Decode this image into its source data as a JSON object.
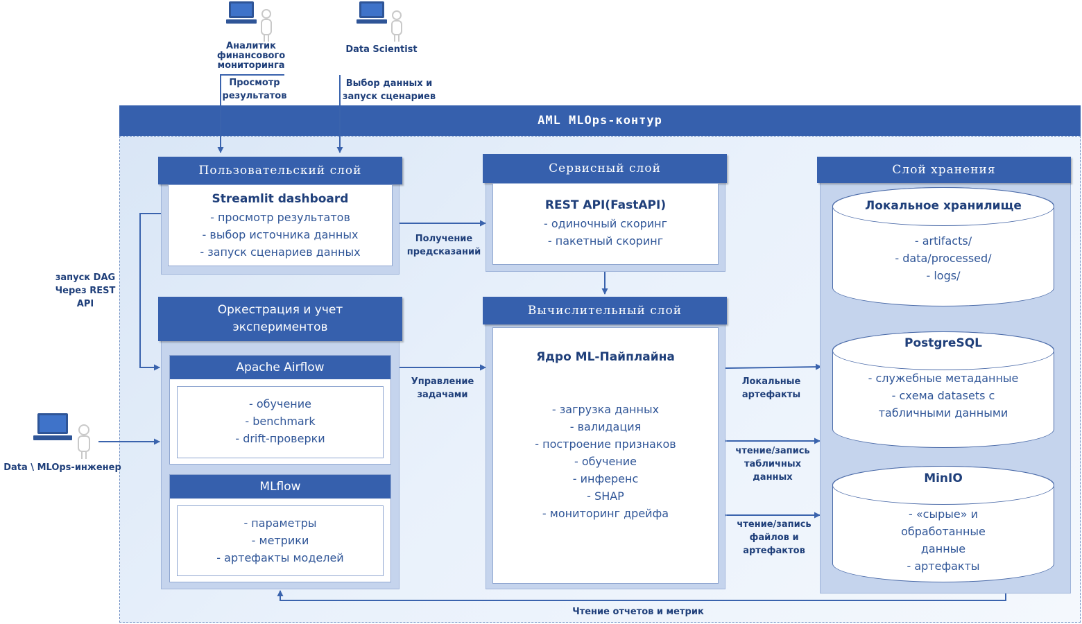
{
  "actors": {
    "analyst": "Аналитик финансового мониторинга",
    "data_scientist": "Data Scientist",
    "engineer": "Data \\ MLOps-инженер"
  },
  "arrows": {
    "view_results": "Просмотр результатов",
    "select_data": "Выбор данных и запуск сценариев",
    "dag_api": "запуск DAG Через REST API",
    "predictions": "Получение предсказаний",
    "task_control": "Управление задачами",
    "local_artifacts": "Локальные артефакты",
    "rw_tables": "чтение/запись табличных данных",
    "rw_files": "чтение/запись файлов и артефактов",
    "reports": "Чтение отчетов и метрик"
  },
  "contour_title": "AML MLOps-контур",
  "user_layer": {
    "header": "Пользовательский слой",
    "title": "Streamlit dashboard",
    "items": [
      "- просмотр результатов",
      "- выбор источника данных",
      "- запуск сценариев данных"
    ]
  },
  "service_layer": {
    "header": "Сервисный слой",
    "title": "REST API(FastAPI)",
    "items": [
      "- одиночный скоринг",
      "- пакетный скоринг"
    ]
  },
  "orchestration": {
    "header": "Оркестрация и учет экспериментов",
    "airflow": {
      "title": "Apache Airflow",
      "items": [
        "- обучение",
        "- benchmark",
        "- drift-проверки"
      ]
    },
    "mlflow": {
      "title": "MLflow",
      "items": [
        "- параметры",
        "- метрики",
        "- артефакты моделей"
      ]
    }
  },
  "compute_layer": {
    "header": "Вычислительный слой",
    "title": "Ядро ML-Пайплайна",
    "items": [
      "- загрузка данных",
      "- валидация",
      "- построение признаков",
      "- обучение",
      "- инференс",
      "- SHAP",
      "- мониторинг дрейфа"
    ]
  },
  "storage_layer": {
    "header": "Слой хранения",
    "local": {
      "title": "Локальное хранилище",
      "items": [
        "- artifacts/",
        "- data/processed/",
        "- logs/"
      ]
    },
    "postgres": {
      "title": "PostgreSQL",
      "items": [
        "- служебные метаданные",
        "- схема datasets с",
        "табличными данными"
      ]
    },
    "minio": {
      "title": "MinIO",
      "items": [
        "- «сырые» и",
        "обработанные",
        "данные",
        "- артефакты"
      ]
    }
  },
  "colors": {
    "header_blue": "#3660ad",
    "panel": "#c5d4ed",
    "text_blue": "#1f3f7a",
    "arrow": "#3a63ad"
  }
}
